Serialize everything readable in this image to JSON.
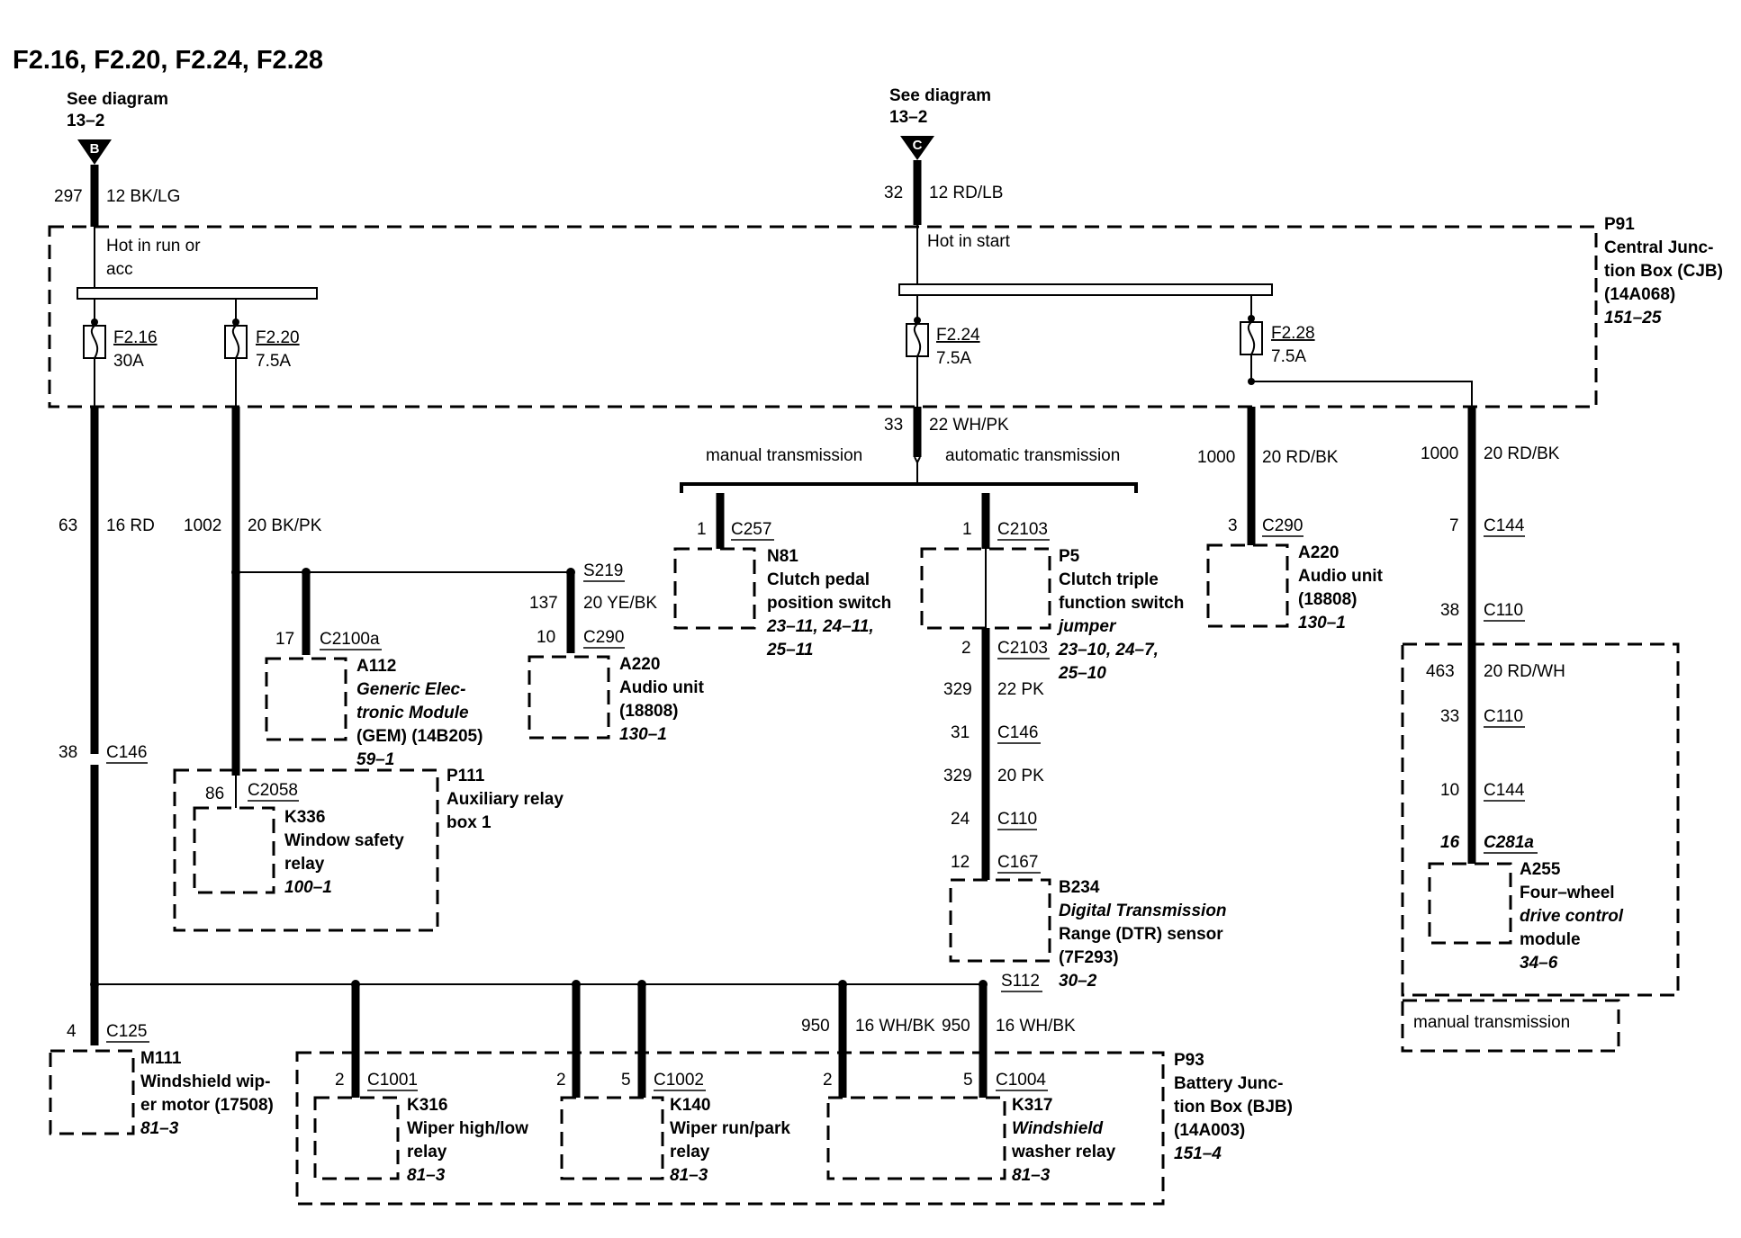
{
  "title": "F2.16, F2.20, F2.24, F2.28",
  "refs": {
    "left": {
      "see": "See diagram",
      "page": "13–2",
      "letter": "B"
    },
    "right": {
      "see": "See diagram",
      "page": "13–2",
      "letter": "C"
    }
  },
  "cjb": {
    "id": "P91",
    "lines": [
      "Central Junc-",
      "tion Box (CJB)",
      "(14A068)"
    ],
    "ref": "151–25",
    "hot_run": [
      "Hot in run or",
      "acc"
    ],
    "hot_start": "Hot in start"
  },
  "fuses": [
    {
      "name": "F2.16",
      "rating": "30A"
    },
    {
      "name": "F2.20",
      "rating": "7.5A"
    },
    {
      "name": "F2.24",
      "rating": "7.5A"
    },
    {
      "name": "F2.28",
      "rating": "7.5A"
    }
  ],
  "wires": {
    "w297": {
      "circuit": "297",
      "label": "12 BK/LG"
    },
    "w32": {
      "circuit": "32",
      "label": "12 RD/LB"
    },
    "w63": {
      "circuit": "63",
      "label": "16 RD"
    },
    "w1002": {
      "circuit": "1002",
      "label": "20 BK/PK"
    },
    "w33": {
      "circuit": "33",
      "label": "22 WH/PK"
    },
    "w1000a": {
      "circuit": "1000",
      "label": "20 RD/BK"
    },
    "w1000b": {
      "circuit": "1000",
      "label": "20 RD/BK"
    },
    "w137": {
      "circuit": "137",
      "label": "20 YE/BK"
    },
    "w463": {
      "circuit": "463",
      "label": "20 RD/WH"
    },
    "w329a": {
      "circuit": "329",
      "label": "22 PK"
    },
    "w329b": {
      "circuit": "329",
      "label": "20 PK"
    },
    "w950a": {
      "circuit": "950",
      "label": "16 WH/BK"
    },
    "w950b": {
      "circuit": "950",
      "label": "16 WH/BK"
    }
  },
  "transmission": {
    "manual": "manual transmission",
    "automatic": "automatic transmission"
  },
  "connectors": {
    "c257": {
      "pin": "1",
      "name": "C257"
    },
    "c2103a": {
      "pin": "1",
      "name": "C2103"
    },
    "c2103b": {
      "pin": "2",
      "name": "C2103"
    },
    "c290a": {
      "pin": "3",
      "name": "C290"
    },
    "c290b": {
      "pin": "10",
      "name": "C290"
    },
    "c144a": {
      "pin": "7",
      "name": "C144"
    },
    "c110a": {
      "pin": "38",
      "name": "C110"
    },
    "c110b": {
      "pin": "33",
      "name": "C110"
    },
    "c144b": {
      "pin": "10",
      "name": "C144"
    },
    "c281a": {
      "pin": "16",
      "name": "C281a"
    },
    "s219": {
      "name": "S219"
    },
    "c2100a": {
      "pin": "17",
      "name": "C2100a"
    },
    "c146a": {
      "pin": "38",
      "name": "C146"
    },
    "c2058": {
      "pin": "86",
      "name": "C2058"
    },
    "c146b": {
      "pin": "31",
      "name": "C146"
    },
    "c110c": {
      "pin": "24",
      "name": "C110"
    },
    "c167": {
      "pin": "12",
      "name": "C167"
    },
    "s112": {
      "name": "S112"
    },
    "c125": {
      "pin": "4",
      "name": "C125"
    },
    "c1001": {
      "pin": "2",
      "name": "C1001"
    },
    "c1002": {
      "pin2": "2",
      "pin5": "5",
      "name": "C1002"
    },
    "c1004": {
      "pin2": "2",
      "pin5": "5",
      "name": "C1004"
    }
  },
  "components": {
    "n81": {
      "id": "N81",
      "lines": [
        "Clutch pedal",
        "position switch"
      ],
      "refs": [
        "23–11, 24–11,",
        "25–11"
      ]
    },
    "p5": {
      "id": "P5",
      "lines": [
        "Clutch triple",
        "function switch"
      ],
      "italic": "jumper",
      "refs": [
        "23–10, 24–7,",
        "25–10"
      ]
    },
    "a220a": {
      "id": "A220",
      "lines": [
        "Audio unit",
        "(18808)"
      ],
      "refs": [
        "130–1"
      ]
    },
    "a220b": {
      "id": "A220",
      "lines": [
        "Audio unit",
        "(18808)"
      ],
      "refs": [
        "130–1"
      ]
    },
    "a112": {
      "id": "A112",
      "italic": [
        "Generic Elec-",
        "tronic Module"
      ],
      "lines": [
        "(GEM) (14B205)"
      ],
      "refs": [
        "59–1"
      ]
    },
    "p111": {
      "id": "P111",
      "lines": [
        "Auxiliary relay",
        "box 1"
      ]
    },
    "k336": {
      "id": "K336",
      "lines": [
        "Window safety",
        "relay"
      ],
      "refs": [
        "100–1"
      ]
    },
    "b234": {
      "id": "B234",
      "italic": [
        "Digital Transmission"
      ],
      "lines": [
        "Range (DTR) sensor",
        "(7F293)"
      ],
      "refs": [
        "30–2"
      ]
    },
    "a255": {
      "id": "A255",
      "lines": [
        "Four–wheel"
      ],
      "italic": [
        "drive control"
      ],
      "lines2": [
        "module"
      ],
      "refs": [
        "34–6"
      ]
    },
    "manual_box": "manual transmission",
    "m111": {
      "id": "M111",
      "lines": [
        "Windshield wip-",
        "er motor (17508)"
      ],
      "refs": [
        "81–3"
      ]
    },
    "k316": {
      "id": "K316",
      "lines": [
        "Wiper high/low",
        "relay"
      ],
      "refs": [
        "81–3"
      ]
    },
    "k140": {
      "id": "K140",
      "lines": [
        "Wiper run/park",
        "relay"
      ],
      "refs": [
        "81–3"
      ]
    },
    "k317": {
      "id": "K317",
      "italic": [
        "Windshield"
      ],
      "lines": [
        "washer relay"
      ],
      "refs": [
        "81–3"
      ]
    },
    "p93": {
      "id": "P93",
      "lines": [
        "Battery Junc-",
        "tion Box (BJB)",
        "(14A003)"
      ],
      "refs": [
        "151–4"
      ]
    }
  }
}
